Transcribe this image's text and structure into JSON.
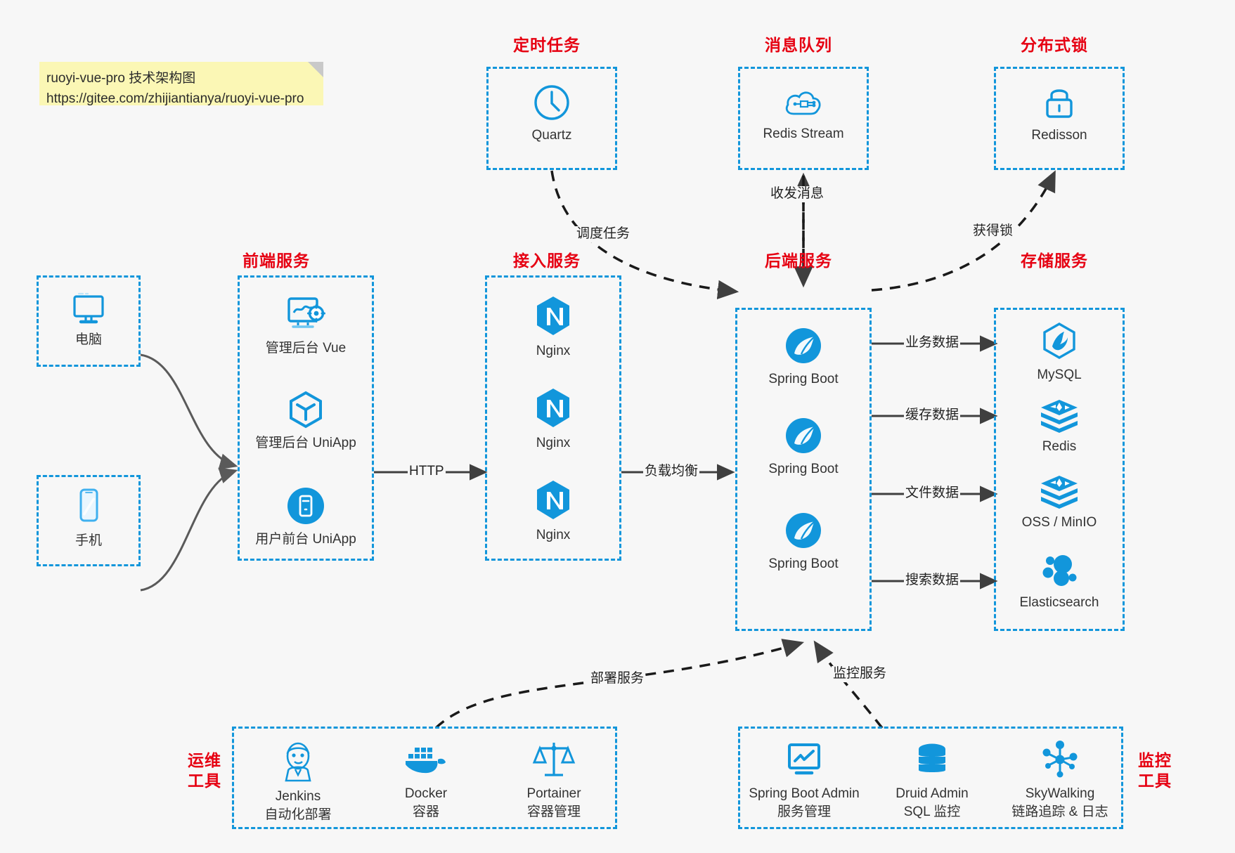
{
  "note": {
    "line1": "ruoyi-vue-pro 技术架构图",
    "line2": "https://gitee.com/zhijiantianya/ruoyi-vue-pro"
  },
  "colors": {
    "accent": "#1296db",
    "group_title": "#e60012",
    "note_bg": "#fbf7b5",
    "canvas_bg": "#f7f7f7",
    "arrow": "#3f3f3f",
    "label_text": "#333333"
  },
  "groups": {
    "scheduled_task": {
      "title": "定时任务"
    },
    "message_queue": {
      "title": "消息队列"
    },
    "distributed_lock": {
      "title": "分布式锁"
    },
    "frontend_service": {
      "title": "前端服务"
    },
    "gateway_service": {
      "title": "接入服务"
    },
    "backend_service": {
      "title": "后端服务"
    },
    "storage_service": {
      "title": "存储服务"
    },
    "ops_tools": {
      "title_line1": "运维",
      "title_line2": "工具"
    },
    "monitor_tools": {
      "title_line1": "监控",
      "title_line2": "工具"
    }
  },
  "nodes": {
    "quartz": {
      "label": "Quartz",
      "icon": "clock-icon"
    },
    "redis_stream": {
      "label": "Redis Stream",
      "icon": "cloud-network-icon"
    },
    "redisson": {
      "label": "Redisson",
      "icon": "lock-icon"
    },
    "computer": {
      "label": "电脑",
      "icon": "desktop-icon"
    },
    "phone": {
      "label": "手机",
      "icon": "mobile-icon"
    },
    "admin_vue": {
      "label": "管理后台 Vue",
      "icon": "dashboard-gear-icon"
    },
    "admin_uniapp": {
      "label": "管理后台 UniApp",
      "icon": "cube-icon"
    },
    "user_uniapp": {
      "label": "用户前台 UniApp",
      "icon": "mobile-app-icon"
    },
    "nginx_1": {
      "label": "Nginx",
      "icon": "nginx-icon"
    },
    "nginx_2": {
      "label": "Nginx",
      "icon": "nginx-icon"
    },
    "nginx_3": {
      "label": "Nginx",
      "icon": "nginx-icon"
    },
    "spring_boot_1": {
      "label": "Spring Boot",
      "icon": "spring-icon"
    },
    "spring_boot_2": {
      "label": "Spring Boot",
      "icon": "spring-icon"
    },
    "spring_boot_3": {
      "label": "Spring Boot",
      "icon": "spring-icon"
    },
    "mysql": {
      "label": "MySQL",
      "icon": "mysql-icon"
    },
    "redis": {
      "label": "Redis",
      "icon": "redis-stack-icon"
    },
    "oss_minio": {
      "label": "OSS / MinIO",
      "icon": "redis-stack-icon"
    },
    "elasticsearch": {
      "label": "Elasticsearch",
      "icon": "elasticsearch-icon"
    },
    "jenkins": {
      "label": "Jenkins",
      "sublabel": "自动化部署",
      "icon": "jenkins-icon"
    },
    "docker": {
      "label": "Docker",
      "sublabel": "容器",
      "icon": "docker-icon"
    },
    "portainer": {
      "label": "Portainer",
      "sublabel": "容器管理",
      "icon": "scales-icon"
    },
    "spring_boot_admin": {
      "label": "Spring Boot Admin",
      "sublabel": "服务管理",
      "icon": "monitor-chart-icon"
    },
    "druid_admin": {
      "label": "Druid Admin",
      "sublabel": "SQL 监控",
      "icon": "database-icon"
    },
    "skywalking": {
      "label": "SkyWalking",
      "sublabel": "链路追踪 & 日志",
      "icon": "node-graph-icon"
    }
  },
  "edges": [
    {
      "id": "schedule-task",
      "label": "调度任务"
    },
    {
      "id": "send-receive-message",
      "label": "收发消息"
    },
    {
      "id": "acquire-lock",
      "label": "获得锁"
    },
    {
      "id": "http",
      "label": "HTTP"
    },
    {
      "id": "load-balance",
      "label": "负载均衡"
    },
    {
      "id": "business-data",
      "label": "业务数据"
    },
    {
      "id": "cache-data",
      "label": "缓存数据"
    },
    {
      "id": "file-data",
      "label": "文件数据"
    },
    {
      "id": "search-data",
      "label": "搜索数据"
    },
    {
      "id": "deploy-service",
      "label": "部署服务"
    },
    {
      "id": "monitor-service",
      "label": "监控服务"
    }
  ]
}
